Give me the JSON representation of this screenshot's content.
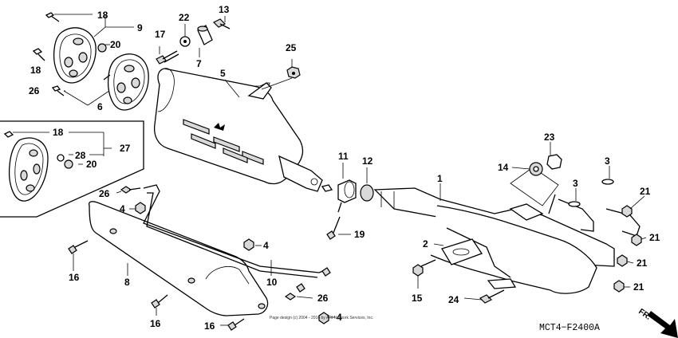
{
  "callouts": [
    {
      "id": "c18a",
      "label": "18"
    },
    {
      "id": "c9",
      "label": "9"
    },
    {
      "id": "c20a",
      "label": "20"
    },
    {
      "id": "c18b",
      "label": "18"
    },
    {
      "id": "c26a",
      "label": "26"
    },
    {
      "id": "c6",
      "label": "6"
    },
    {
      "id": "c17",
      "label": "17"
    },
    {
      "id": "c22",
      "label": "22"
    },
    {
      "id": "c13",
      "label": "13"
    },
    {
      "id": "c7",
      "label": "7"
    },
    {
      "id": "c5",
      "label": "5"
    },
    {
      "id": "c25",
      "label": "25"
    },
    {
      "id": "c18c",
      "label": "18"
    },
    {
      "id": "c27",
      "label": "27"
    },
    {
      "id": "c28",
      "label": "28"
    },
    {
      "id": "c20b",
      "label": "20"
    },
    {
      "id": "c26b",
      "label": "26"
    },
    {
      "id": "c4a",
      "label": "4"
    },
    {
      "id": "c16a",
      "label": "16"
    },
    {
      "id": "c8",
      "label": "8"
    },
    {
      "id": "c4b",
      "label": "4"
    },
    {
      "id": "c10",
      "label": "10"
    },
    {
      "id": "c26c",
      "label": "26"
    },
    {
      "id": "c4c",
      "label": "4"
    },
    {
      "id": "c16b",
      "label": "16"
    },
    {
      "id": "c16c",
      "label": "16"
    },
    {
      "id": "c11",
      "label": "11"
    },
    {
      "id": "c12",
      "label": "12"
    },
    {
      "id": "c19",
      "label": "19"
    },
    {
      "id": "c1",
      "label": "1"
    },
    {
      "id": "c2",
      "label": "2"
    },
    {
      "id": "c15",
      "label": "15"
    },
    {
      "id": "c24",
      "label": "24"
    },
    {
      "id": "c23",
      "label": "23"
    },
    {
      "id": "c14",
      "label": "14"
    },
    {
      "id": "c3a",
      "label": "3"
    },
    {
      "id": "c3b",
      "label": "3"
    },
    {
      "id": "c21a",
      "label": "21"
    },
    {
      "id": "c21b",
      "label": "21"
    },
    {
      "id": "c21c",
      "label": "21"
    },
    {
      "id": "c21d",
      "label": "21"
    }
  ],
  "diagram_code": "MCT4−F2400A",
  "direction_marker": "FR.",
  "copyright": "Page design (c) 2004 - 2016 by ARI Network Services, Inc."
}
